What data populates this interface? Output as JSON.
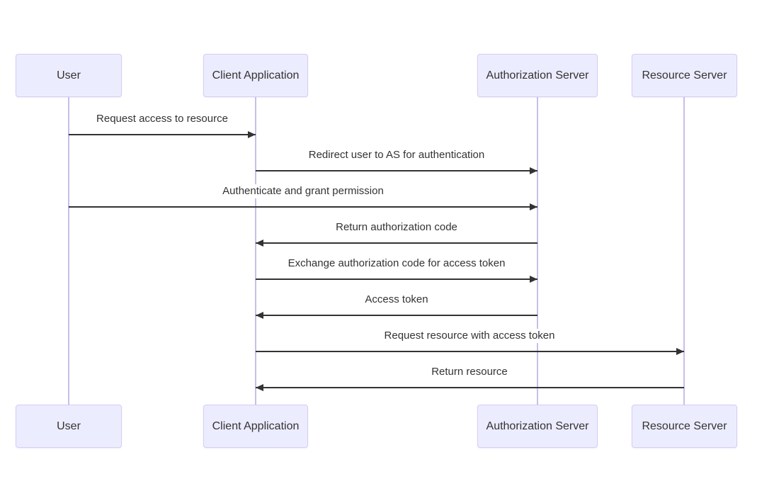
{
  "diagram": {
    "type": "sequence",
    "actors": [
      {
        "id": "user",
        "label": "User"
      },
      {
        "id": "client",
        "label": "Client Application"
      },
      {
        "id": "auth",
        "label": "Authorization Server"
      },
      {
        "id": "resource",
        "label": "Resource Server"
      }
    ],
    "messages": [
      {
        "from": "user",
        "to": "client",
        "text": "Request access to resource"
      },
      {
        "from": "client",
        "to": "auth",
        "text": "Redirect user to AS for authentication"
      },
      {
        "from": "user",
        "to": "auth",
        "text": "Authenticate and grant permission"
      },
      {
        "from": "auth",
        "to": "client",
        "text": "Return authorization code"
      },
      {
        "from": "client",
        "to": "auth",
        "text": "Exchange authorization code for access token"
      },
      {
        "from": "auth",
        "to": "client",
        "text": "Access token"
      },
      {
        "from": "client",
        "to": "resource",
        "text": "Request resource with access token"
      },
      {
        "from": "resource",
        "to": "client",
        "text": "Return resource"
      }
    ],
    "colors": {
      "background": "#ffffff",
      "actor_fill": "#ECECFF",
      "actor_border": "#D6CCF5",
      "lifeline": "#C9BEE8",
      "arrow": "#333333",
      "text": "#333333"
    }
  }
}
